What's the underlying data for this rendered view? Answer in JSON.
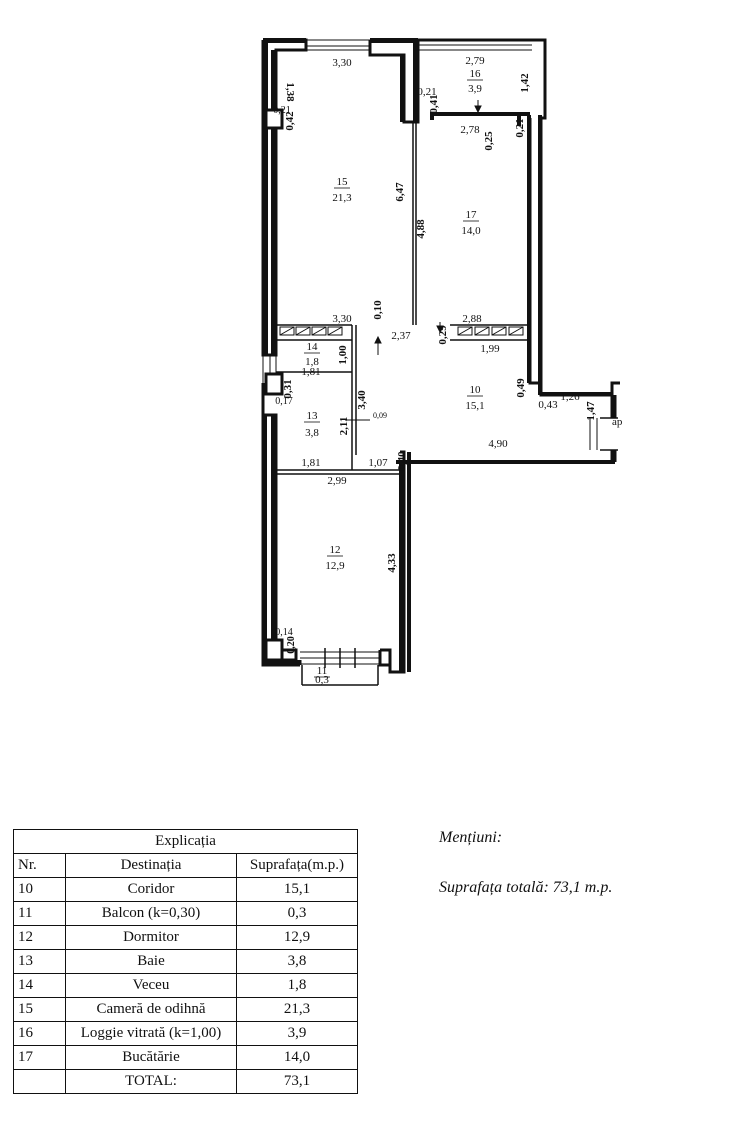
{
  "plan": {
    "rooms": [
      {
        "id": "room-15",
        "nr": "15",
        "area": "21,3"
      },
      {
        "id": "room-16",
        "nr": "16",
        "area": "3,9"
      },
      {
        "id": "room-17",
        "nr": "17",
        "area": "14,0"
      },
      {
        "id": "room-14",
        "nr": "14",
        "area": "1,8"
      },
      {
        "id": "room-10",
        "nr": "10",
        "area": "15,1"
      },
      {
        "id": "room-13",
        "nr": "13",
        "area": "3,8"
      },
      {
        "id": "room-12",
        "nr": "12",
        "area": "12,9"
      },
      {
        "id": "room-11",
        "nr": "11",
        "area": "0,3"
      }
    ],
    "dims_h": [
      "3,30",
      "2,79",
      "2,78",
      "0,21",
      "3,30",
      "2,37",
      "2,88",
      "1,99",
      "0,43",
      "1,26",
      "4,90",
      "1,81",
      "0,09",
      "1,81",
      "1,07",
      "2,99"
    ],
    "dims_v": [
      "1,38",
      "0,21",
      "0,42",
      "1,42",
      "0,41",
      "0,25",
      "0,21",
      "6,47",
      "4,88",
      "0,10",
      "0,29",
      "1,00",
      "0,31",
      "0,17",
      "3,40",
      "2,11",
      "0,49",
      "1,47",
      "0,40",
      "4,33",
      "0,14",
      "0,20"
    ],
    "door_label": "ap"
  },
  "legend": {
    "title": "Explicația",
    "headers": [
      "Nr.",
      "Destinația",
      "Suprafața(m.p.)"
    ],
    "rows": [
      {
        "nr": "10",
        "dest": "Coridor",
        "area": "15,1"
      },
      {
        "nr": "11",
        "dest": "Balcon (k=0,30)",
        "area": "0,3"
      },
      {
        "nr": "12",
        "dest": "Dormitor",
        "area": "12,9"
      },
      {
        "nr": "13",
        "dest": "Baie",
        "area": "3,8"
      },
      {
        "nr": "14",
        "dest": "Veceu",
        "area": "1,8"
      },
      {
        "nr": "15",
        "dest": "Cameră de odihnă",
        "area": "21,3"
      },
      {
        "nr": "16",
        "dest": "Loggie vitrată (k=1,00)",
        "area": "3,9"
      },
      {
        "nr": "17",
        "dest": "Bucătărie",
        "area": "14,0"
      }
    ],
    "total_label": "TOTAL:",
    "total_value": "73,1"
  },
  "notes": {
    "heading": "Mențiuni:",
    "total": "Suprafața totală: 73,1 m.p."
  }
}
